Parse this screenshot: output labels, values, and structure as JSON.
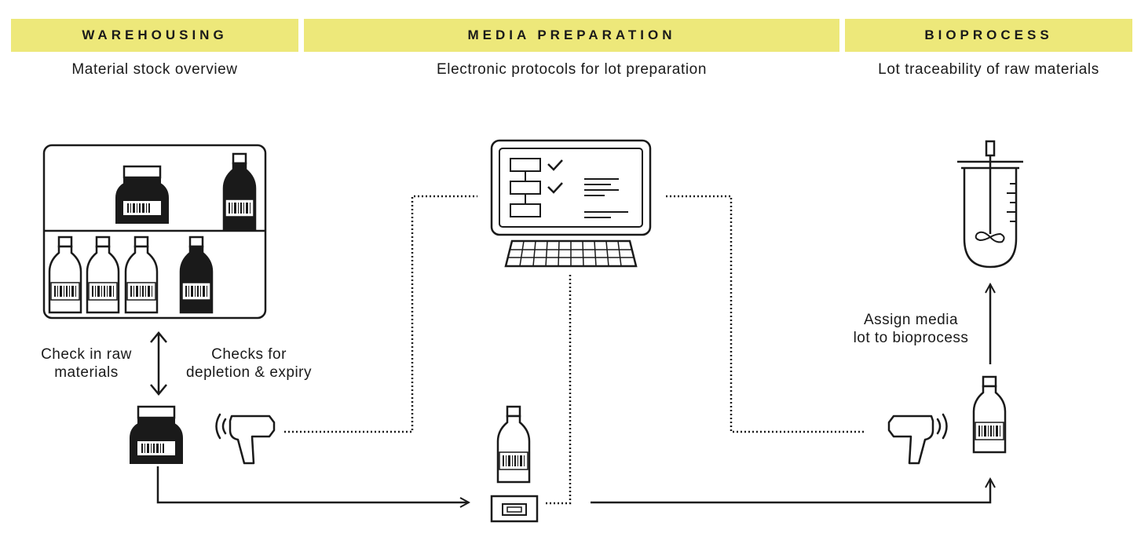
{
  "sections": [
    {
      "title": "WAREHOUSING",
      "subtitle": "Material stock overview"
    },
    {
      "title": "MEDIA PREPARATION",
      "subtitle": "Electronic protocols for lot preparation"
    },
    {
      "title": "BIOPROCESS",
      "subtitle": "Lot traceability of raw materials"
    }
  ],
  "labels": {
    "check_in": "Check in raw\nmaterials",
    "checks_depletion": "Checks for\ndepletion & expiry",
    "assign_media": "Assign media\nlot to bioprocess"
  }
}
